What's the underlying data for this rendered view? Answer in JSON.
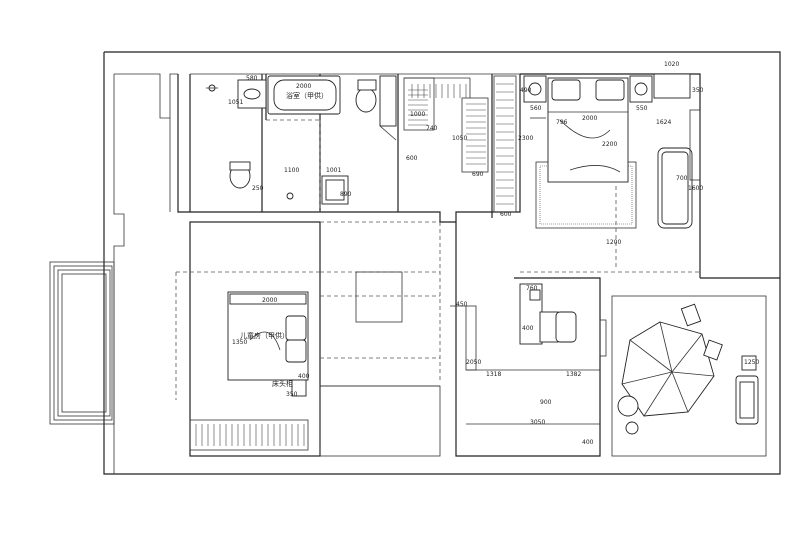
{
  "labels": {
    "bathroom": "浴室（甲供）",
    "master_bed": "儿童房（甲供）",
    "bedside": "床头柜"
  },
  "dims": {
    "d580": "580",
    "d2000": "2000",
    "d1000": "1000",
    "d1100": "1100",
    "d1001": "1001",
    "d890": "890",
    "d600a": "600",
    "d740": "740",
    "d1050": "1050",
    "d690": "690",
    "d490": "490",
    "d2300": "2300",
    "d600b": "600",
    "d560": "560",
    "d796": "796",
    "d2000b": "2000",
    "d2200": "2200",
    "d1624": "1624",
    "d1020": "1020",
    "d350": "350",
    "d1200": "1200",
    "d550": "550",
    "d1600": "1600",
    "d450": "450",
    "d2000c": "2000",
    "d1350": "1350",
    "d400": "400",
    "d760": "760",
    "d1318": "1318",
    "d1382": "1382",
    "d400b": "400",
    "d2050": "2050",
    "d3050": "3050",
    "d900": "900",
    "d400c": "400",
    "d1051": "1051",
    "d250": "250",
    "d700": "700",
    "d1250": "1250",
    "d350b": "350"
  }
}
